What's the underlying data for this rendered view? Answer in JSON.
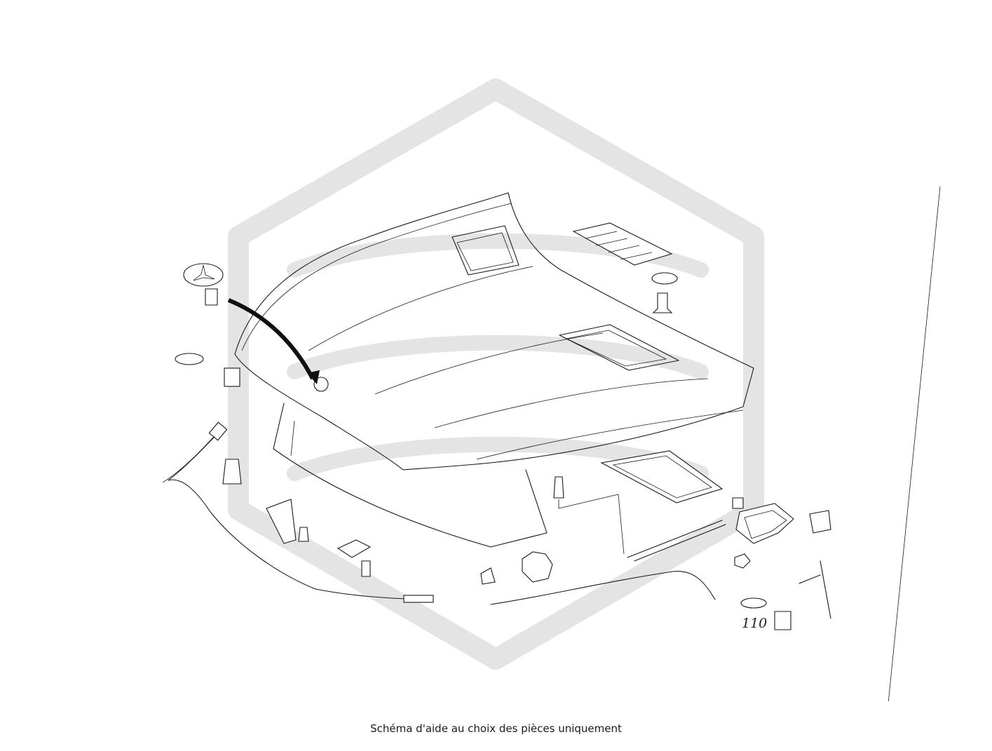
{
  "diagram": {
    "caption": "Schéma d'aide au choix des pièces uniquement",
    "part_labels": [
      {
        "id": "part-110",
        "text": "110"
      }
    ]
  }
}
